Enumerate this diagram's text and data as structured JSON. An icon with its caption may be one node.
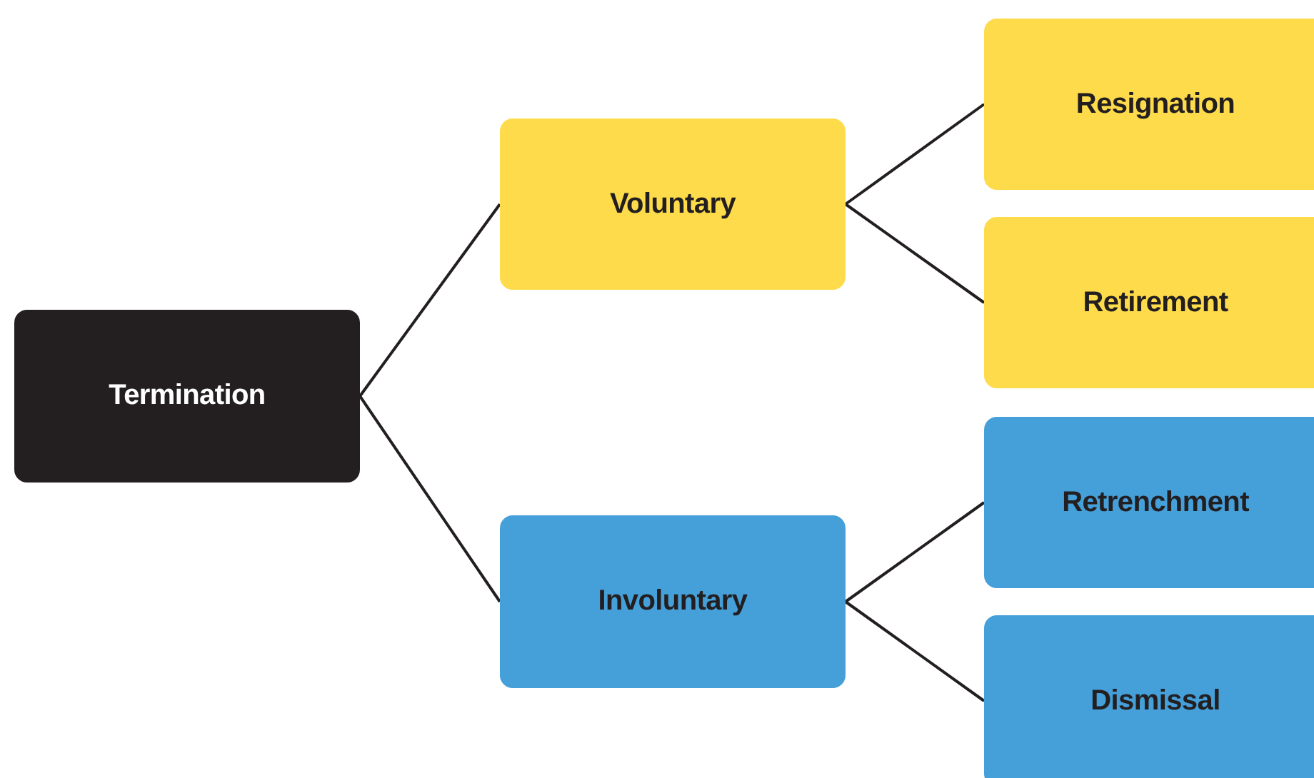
{
  "diagram": {
    "nodes": [
      {
        "text": [
          "Termination"
        ]
      },
      {
        "text": [
          "Voluntary"
        ]
      },
      {
        "text": [
          "Resignation"
        ]
      },
      {
        "text": [
          "Retirement"
        ]
      },
      {
        "text": [
          "Involuntary"
        ]
      },
      {
        "text": [
          "Retrenchment"
        ]
      },
      {
        "text": [
          "Dismissal"
        ]
      }
    ],
    "edges": [
      {
        "from": 0,
        "to": 1,
        "arrow": "none"
      },
      {
        "from": 0,
        "to": 4,
        "arrow": "none"
      },
      {
        "from": 1,
        "to": 2,
        "arrow": "none"
      },
      {
        "from": 1,
        "to": 3,
        "arrow": "none"
      },
      {
        "from": 4,
        "to": 5,
        "arrow": "none"
      },
      {
        "from": 4,
        "to": 6,
        "arrow": "none"
      }
    ]
  }
}
